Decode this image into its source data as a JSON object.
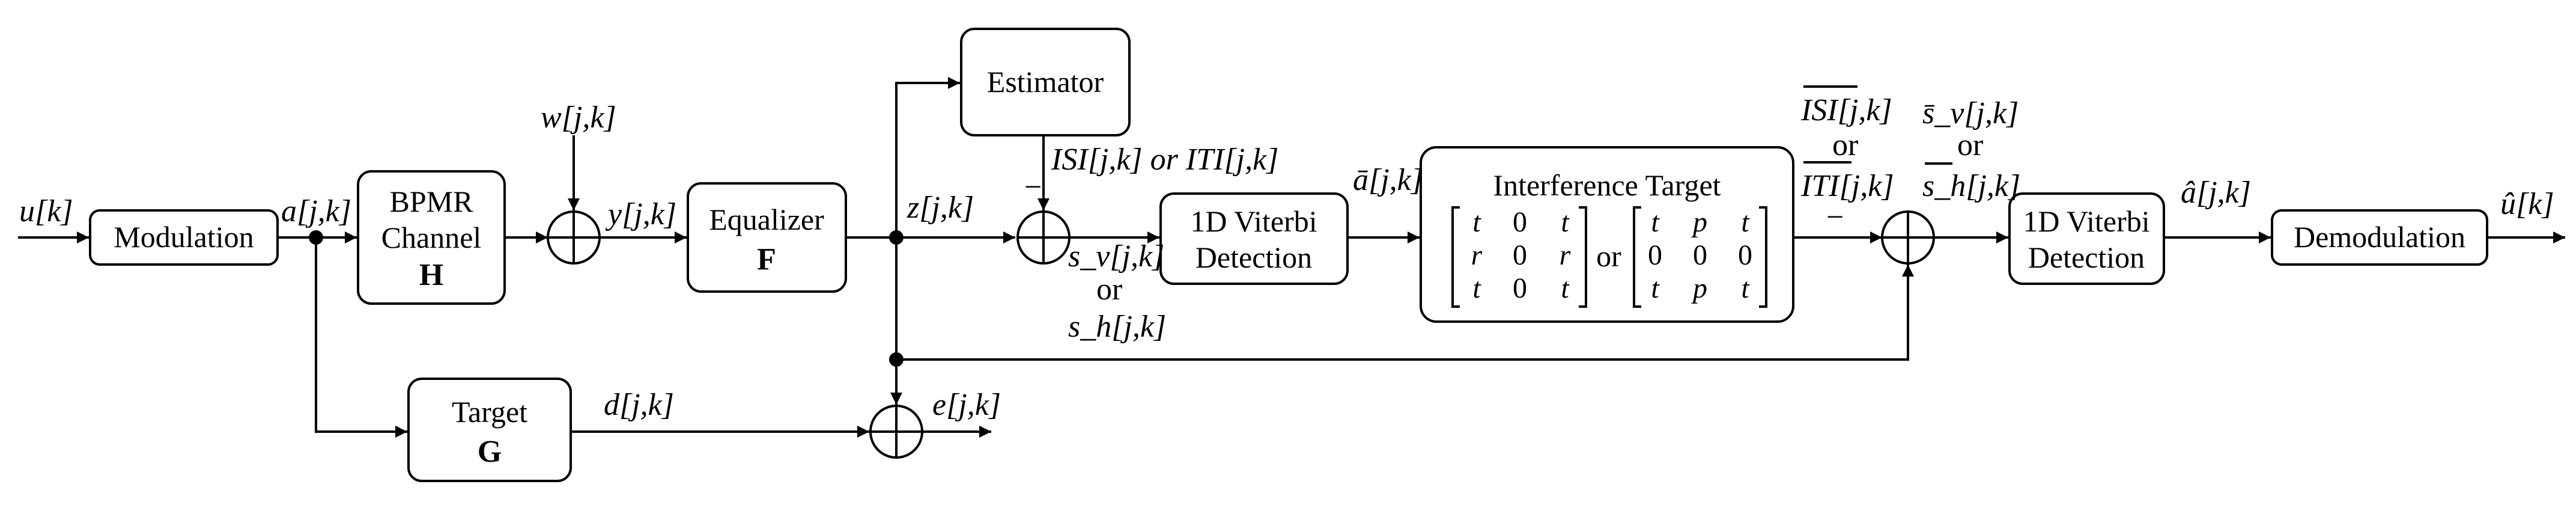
{
  "blocks": {
    "modulation": "Modulation",
    "channel_line1": "BPMR",
    "channel_line2": "Channel",
    "channel_symbol": "H",
    "equalizer": "Equalizer",
    "equalizer_symbol": "F",
    "estimator": "Estimator",
    "viterbi1_line1": "1D Viterbi",
    "viterbi1_line2": "Detection",
    "interference_title": "Interference Target",
    "viterbi2_line1": "1D Viterbi",
    "viterbi2_line2": "Detection",
    "demodulation": "Demodulation",
    "target": "Target",
    "target_symbol": "G"
  },
  "signals": {
    "u_in": "u[k]",
    "a": "a[j,k]",
    "w": "w[j,k]",
    "y": "y[j,k]",
    "z": "z[j,k]",
    "isi_iti": "ISI[j,k] or ITI[j,k]",
    "sv": "s_v[j,k]",
    "or1": "or",
    "sh": "s_h[j,k]",
    "abar": "ā[j,k]",
    "isi_bar": "ISI[j,k]",
    "or2": "or",
    "iti_bar": "ITI[j,k]",
    "sv_bar": "s̄_v[j,k]",
    "or3": "or",
    "sh_bar": "s_h[j,k]",
    "ahat": "â[j,k]",
    "uhat": "û[k]",
    "d": "d[j,k]",
    "e": "e[j,k]",
    "minus": "−"
  },
  "matrices": {
    "left": [
      [
        "t",
        "0",
        "t"
      ],
      [
        "r",
        "0",
        "r"
      ],
      [
        "t",
        "0",
        "t"
      ]
    ],
    "or": "or",
    "right": [
      [
        "t",
        "p",
        "t"
      ],
      [
        "0",
        "0",
        "0"
      ],
      [
        "t",
        "p",
        "t"
      ]
    ]
  }
}
